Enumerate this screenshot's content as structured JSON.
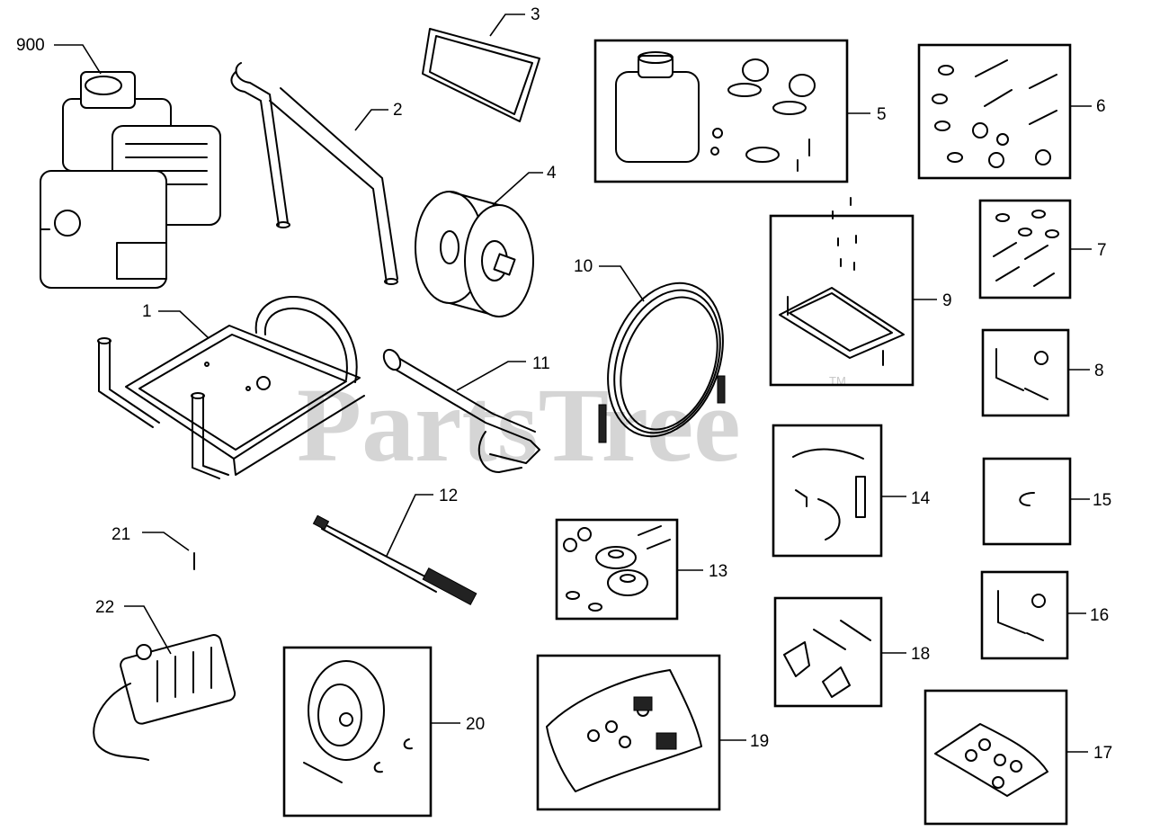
{
  "watermark": {
    "text": "PartsTree",
    "trademark": "TM"
  },
  "callouts": {
    "c1": "1",
    "c2": "2",
    "c3": "3",
    "c4": "4",
    "c5": "5",
    "c6": "6",
    "c7": "7",
    "c8": "8",
    "c9": "9",
    "c10": "10",
    "c11": "11",
    "c12": "12",
    "c13": "13",
    "c14": "14",
    "c15": "15",
    "c16": "16",
    "c17": "17",
    "c18": "18",
    "c19": "19",
    "c20": "20",
    "c21": "21",
    "c22": "22",
    "c900": "900"
  }
}
